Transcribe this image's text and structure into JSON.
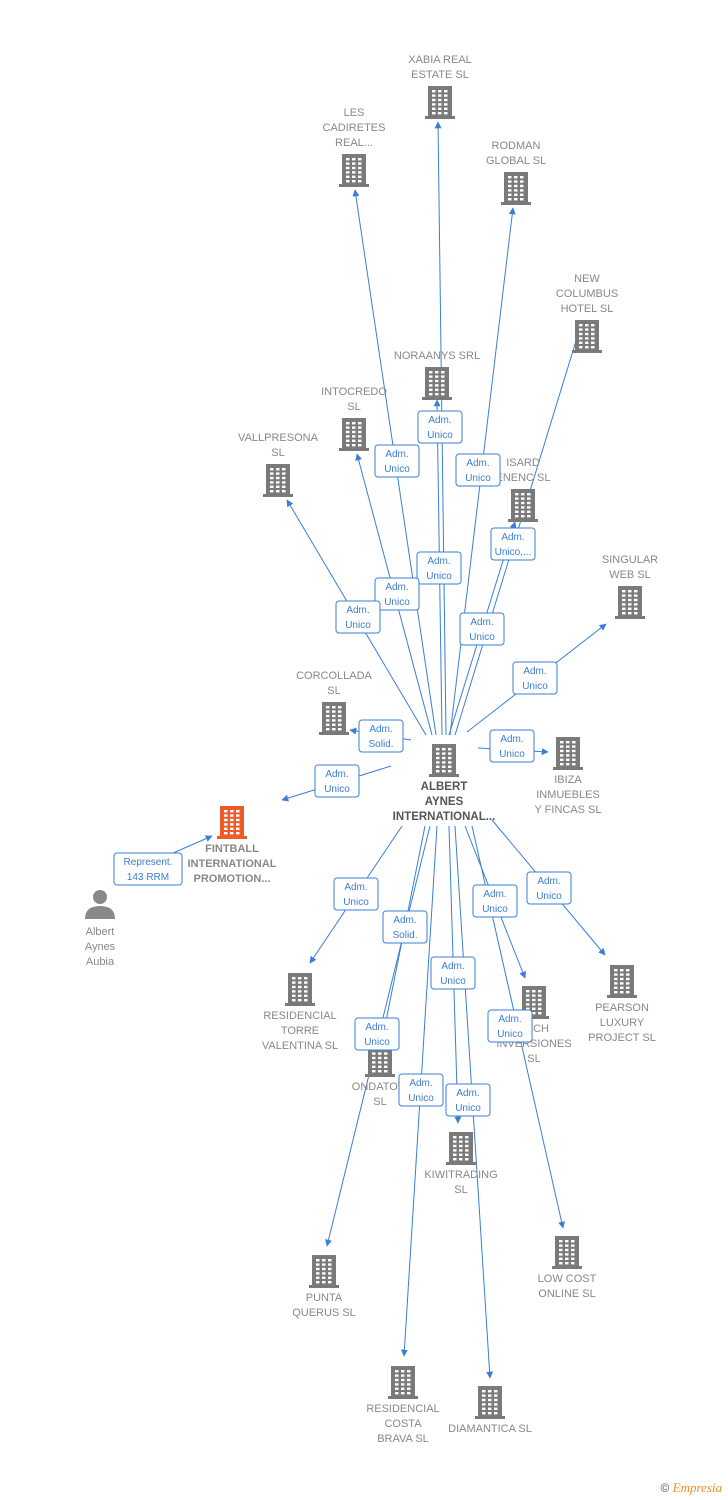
{
  "colors": {
    "edge": "#3a7fd5",
    "company": "#7a7a7a",
    "highlight": "#f05a28",
    "person": "#888888"
  },
  "nodes": [
    {
      "id": "center",
      "type": "company",
      "lines": [
        "ALBERT",
        "AYNES",
        "INTERNATIONAL..."
      ],
      "bold": true,
      "focus": true
    },
    {
      "id": "xabia",
      "type": "company",
      "lines": [
        "XABIA REAL",
        "ESTATE  SL"
      ]
    },
    {
      "id": "lescadiretes",
      "type": "company",
      "lines": [
        "LES",
        "CADIRETES",
        "REAL..."
      ]
    },
    {
      "id": "rodman",
      "type": "company",
      "lines": [
        "RODMAN",
        "GLOBAL  SL"
      ]
    },
    {
      "id": "newcolumbus",
      "type": "company",
      "lines": [
        "NEW",
        "COLUMBUS",
        "HOTEL  SL"
      ]
    },
    {
      "id": "noraanys",
      "type": "company",
      "lines": [
        "NORAANYS SRL"
      ]
    },
    {
      "id": "intocredo",
      "type": "company",
      "lines": [
        "INTOCREDO",
        "SL"
      ]
    },
    {
      "id": "vallpresona",
      "type": "company",
      "lines": [
        "VALLPRESONA",
        "SL"
      ]
    },
    {
      "id": "isard",
      "type": "company",
      "lines": [
        "ISARD",
        "ENENC  SL"
      ]
    },
    {
      "id": "singular",
      "type": "company",
      "lines": [
        "SINGULAR",
        "WEB  SL"
      ]
    },
    {
      "id": "corcollada",
      "type": "company",
      "lines": [
        "CORCOLLADA",
        "SL"
      ]
    },
    {
      "id": "ibiza",
      "type": "company",
      "lines": [
        "IBIZA",
        "INMUEBLES",
        "Y FINCAS SL"
      ]
    },
    {
      "id": "fintball",
      "type": "company",
      "lines": [
        "FINTBALL",
        "INTERNATIONAL",
        "PROMOTION..."
      ],
      "bold": true,
      "highlight": true
    },
    {
      "id": "albert",
      "type": "person",
      "lines": [
        "Albert",
        "Aynes",
        "Aubia"
      ]
    },
    {
      "id": "residencialtorre",
      "type": "company",
      "lines": [
        "RESIDENCIAL",
        "TORRE",
        "VALENTINA SL"
      ]
    },
    {
      "id": "tech",
      "type": "company",
      "lines": [
        "TECH",
        "INVERSIONES",
        "SL"
      ]
    },
    {
      "id": "pearson",
      "type": "company",
      "lines": [
        "PEARSON",
        "LUXURY",
        "PROJECT  SL"
      ]
    },
    {
      "id": "ondatow",
      "type": "company",
      "lines": [
        "ONDATOW",
        "SL"
      ]
    },
    {
      "id": "kiwitrading",
      "type": "company",
      "lines": [
        "KIWITRADING",
        "SL"
      ]
    },
    {
      "id": "lowcost",
      "type": "company",
      "lines": [
        "LOW COST",
        "ONLINE  SL"
      ]
    },
    {
      "id": "puntaquerus",
      "type": "company",
      "lines": [
        "PUNTA",
        "QUERUS  SL"
      ]
    },
    {
      "id": "residencialcosta",
      "type": "company",
      "lines": [
        "RESIDENCIAL",
        "COSTA",
        "BRAVA SL"
      ]
    },
    {
      "id": "diamantica",
      "type": "company",
      "lines": [
        "DIAMANTICA SL"
      ]
    }
  ],
  "edges": [
    {
      "to": "xabia",
      "lines": [
        "Adm.",
        "Unico"
      ]
    },
    {
      "to": "lescadiretes",
      "lines": [
        "Adm.",
        "Unico"
      ]
    },
    {
      "to": "rodman",
      "lines": [
        "Adm.",
        "Unico"
      ]
    },
    {
      "to": "newcolumbus",
      "lines": [
        "Adm.",
        "Unico,..."
      ]
    },
    {
      "to": "noraanys",
      "lines": [
        "Adm.",
        "Unico"
      ]
    },
    {
      "to": "intocredo",
      "lines": [
        "Adm.",
        "Unico"
      ]
    },
    {
      "to": "vallpresona",
      "lines": [
        "Adm.",
        "Unico"
      ]
    },
    {
      "to": "isard",
      "lines": [
        "Adm.",
        "Unico"
      ]
    },
    {
      "to": "singular",
      "lines": [
        "Adm.",
        "Unico"
      ]
    },
    {
      "to": "corcollada",
      "lines": [
        "Adm.",
        "Solid."
      ]
    },
    {
      "to": "ibiza",
      "lines": [
        "Adm.",
        "Unico"
      ]
    },
    {
      "to": "fintball",
      "lines": [
        "Adm.",
        "Unico"
      ]
    },
    {
      "from": "albert",
      "to": "fintball",
      "lines": [
        "Represent.",
        "143 RRM"
      ]
    },
    {
      "to": "residencialtorre",
      "lines": [
        "Adm.",
        "Unico"
      ]
    },
    {
      "to": "ondatow",
      "lines": [
        "Adm.",
        "Solid."
      ]
    },
    {
      "to": "tech",
      "lines": [
        "Adm.",
        "Unico"
      ]
    },
    {
      "to": "pearson",
      "lines": [
        "Adm.",
        "Unico"
      ]
    },
    {
      "to": "kiwitrading",
      "lines": [
        "Adm.",
        "Unico"
      ]
    },
    {
      "to": "lowcost",
      "lines": [
        "Adm.",
        "Unico"
      ]
    },
    {
      "to": "puntaquerus",
      "lines": [
        "Adm.",
        "Unico"
      ]
    },
    {
      "to": "residencialcosta",
      "lines": [
        "Adm.",
        "Unico"
      ]
    },
    {
      "to": "diamantica",
      "lines": [
        "Adm.",
        "Unico"
      ]
    }
  ],
  "credit": {
    "symbol": "©",
    "brand": "Empresia"
  }
}
